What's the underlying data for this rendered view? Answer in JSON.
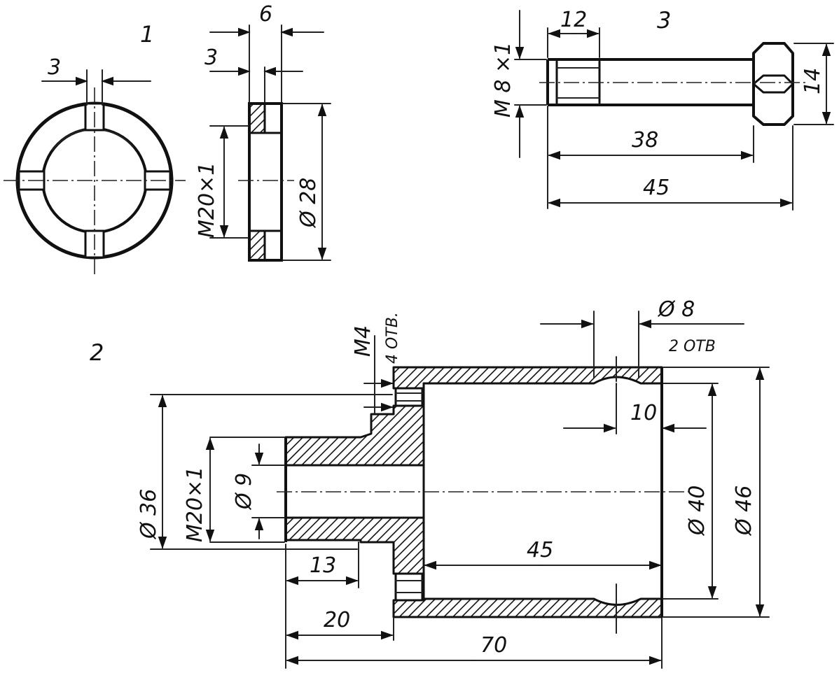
{
  "part_labels": {
    "washer": "1",
    "housing": "2",
    "bolt": "3"
  },
  "washer": {
    "slot_width": "3",
    "thickness": "6",
    "slot_depth": "3",
    "thread": "M20×1",
    "outer_diameter": "Ø 28"
  },
  "bolt": {
    "thread": "M 8 ×1",
    "thread_length": "12",
    "shank_length": "38",
    "total_length": "45",
    "head_size": "14"
  },
  "housing": {
    "tap_thread": "M4",
    "tap_count": "4 ОТВ.",
    "hole_diameter": "Ø 8",
    "hole_count": "2 ОТВ",
    "hole_offset": "10",
    "flange_diameter": "Ø 36",
    "thread": "M20×1",
    "bore": "Ø 9",
    "inner_diameter": "Ø 40",
    "outer_diameter": "Ø 46",
    "inner_depth": "45",
    "thread_length": "13",
    "neck_length": "20",
    "total_length": "70"
  }
}
